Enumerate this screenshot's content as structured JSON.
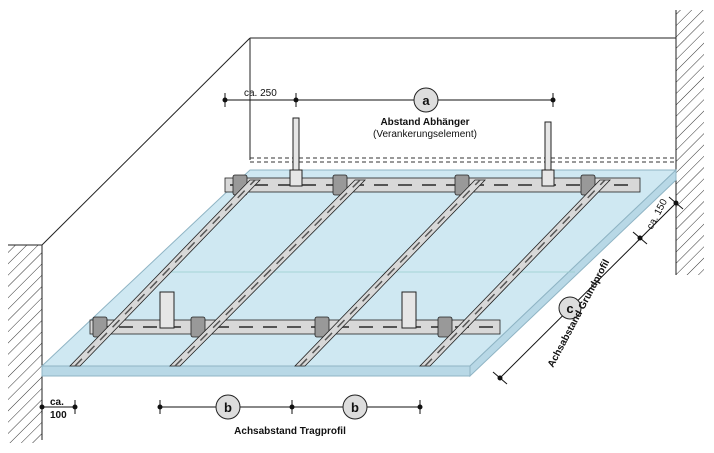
{
  "labels": {
    "ca_250": "ca. 250",
    "a": "a",
    "abstand_abhaenger": "Abstand Abhänger",
    "verankerungselement": "(Verankerungselement)",
    "ca_150": "ca. 150",
    "c": "c",
    "achsabstand_grundprofil": "Achsabstand Grundprofil",
    "ca": "ca.",
    "hundred": "100",
    "b_left": "b",
    "b_right": "b",
    "achsabstand_tragprofil": "Achsabstand Tragprofil"
  },
  "colors": {
    "board": "#cfe8f2",
    "board_edge": "#8fb4c4",
    "profile": "#d8d8d8",
    "profile_dark": "#555555",
    "line": "#222222"
  }
}
